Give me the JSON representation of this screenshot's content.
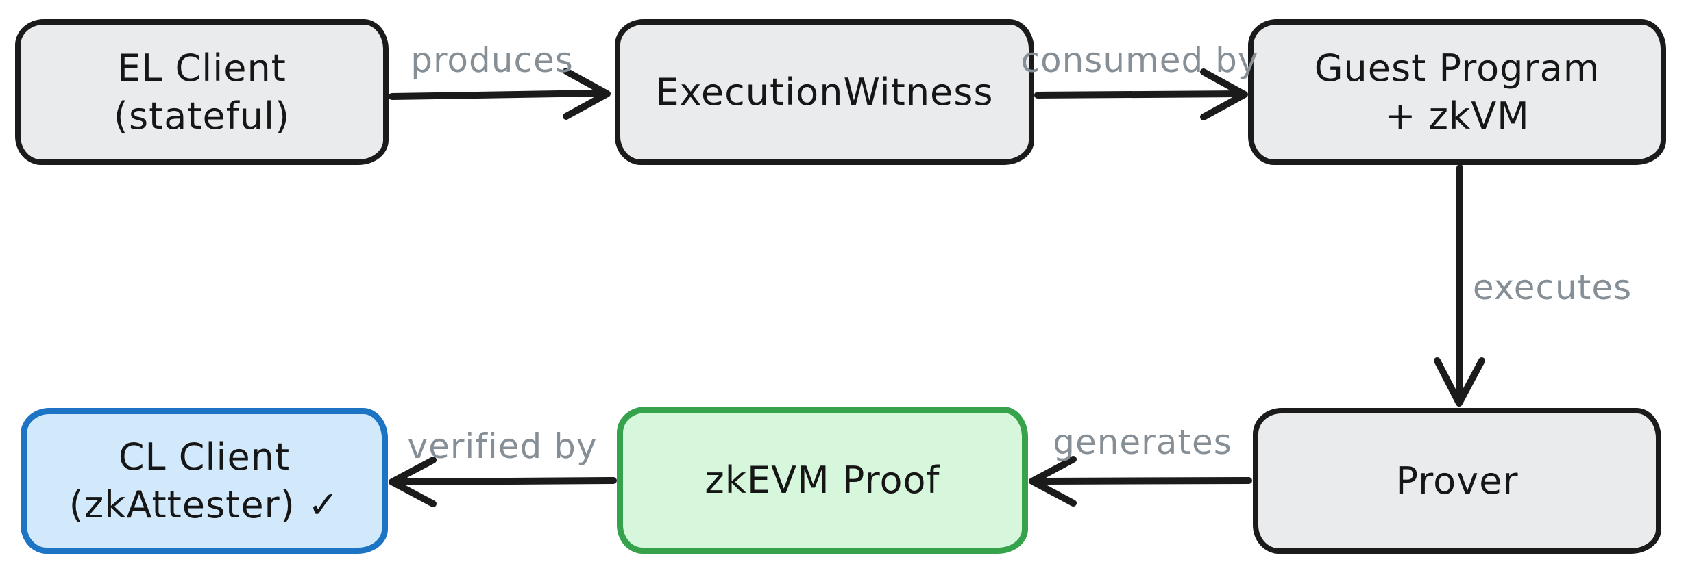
{
  "diagram": {
    "nodes": [
      {
        "id": "el-client",
        "label_lines": [
          "EL Client",
          "(stateful)"
        ],
        "fill": "#e9ebed",
        "border": "#1b1b1b"
      },
      {
        "id": "execution-witness",
        "label_lines": [
          "ExecutionWitness"
        ],
        "fill": "#e9ebed",
        "border": "#1b1b1b"
      },
      {
        "id": "guest-program-zkvm",
        "label_lines": [
          "Guest Program",
          "+ zkVM"
        ],
        "fill": "#e9ebed",
        "border": "#1b1b1b"
      },
      {
        "id": "cl-client",
        "label_lines": [
          "CL Client",
          "(zkAttester) ✓"
        ],
        "fill": "#d2e9fc",
        "border": "#1d74c4"
      },
      {
        "id": "zkevm-proof",
        "label_lines": [
          "zkEVM Proof"
        ],
        "fill": "#d6f7db",
        "border": "#36a24c"
      },
      {
        "id": "prover",
        "label_lines": [
          "Prover"
        ],
        "fill": "#e9ebed",
        "border": "#1b1b1b"
      }
    ],
    "edges": [
      {
        "id": "produces",
        "label": "produces",
        "from": "el-client",
        "to": "execution-witness"
      },
      {
        "id": "consumed-by",
        "label": "consumed by",
        "from": "execution-witness",
        "to": "guest-program-zkvm"
      },
      {
        "id": "executes",
        "label": "executes",
        "from": "guest-program-zkvm",
        "to": "prover"
      },
      {
        "id": "generates",
        "label": "generates",
        "from": "prover",
        "to": "zkevm-proof"
      },
      {
        "id": "verified-by",
        "label": "verified by",
        "from": "zkevm-proof",
        "to": "cl-client"
      }
    ],
    "colors": {
      "background": "#ffffff",
      "node_fill_gray": "#e9ebed",
      "node_fill_blue": "#d2e9fc",
      "node_fill_green": "#d6f7db",
      "node_border_dark": "#1b1b1b",
      "node_border_blue": "#1d74c4",
      "node_border_green": "#36a24c",
      "node_text": "#161616",
      "edge_label": "#868e96",
      "arrow": "#1b1b1b"
    }
  }
}
